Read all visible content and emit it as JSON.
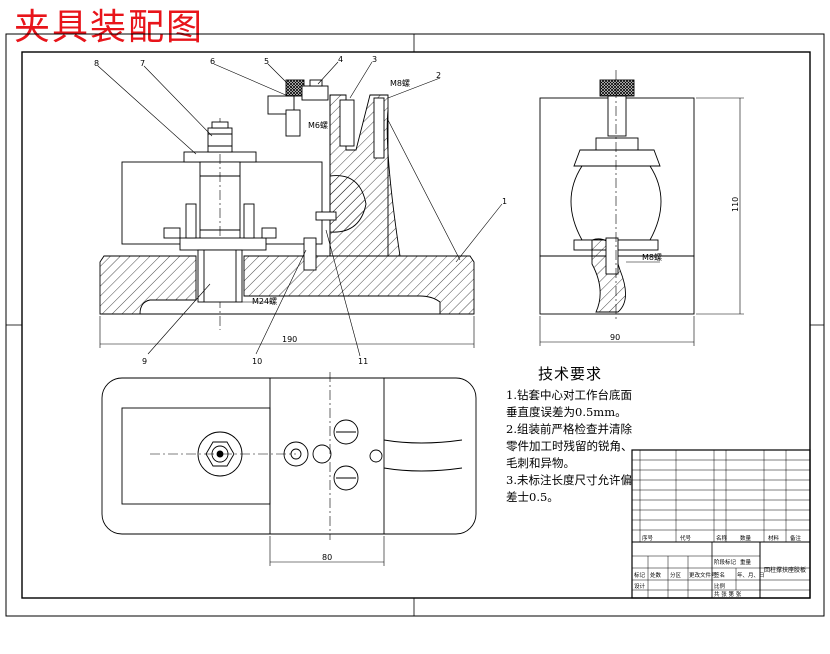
{
  "title": "夹具装配图",
  "dimensions": {
    "front_width": "190",
    "front_m24": "M24螺",
    "front_m8_top": "M8螺",
    "front_m6": "M6螺",
    "side_width": "90",
    "side_height": "110",
    "side_m8": "M8螺",
    "plan_width": "80"
  },
  "balloons": [
    "8",
    "7",
    "6",
    "5",
    "4",
    "3",
    "2",
    "1",
    "9",
    "10",
    "11"
  ],
  "tech_requirements": {
    "heading": "技术要求",
    "items": [
      "1.钻套中心对工作台底面垂直度误差为0.5mm。",
      "2.组装前严格检查并清除零件加工时残留的锐角、毛刺和异物。",
      "3.未标注长度尺寸允许偏差士0.5。"
    ]
  },
  "title_block": {
    "drawing_name": "回柱撑扶座胶板",
    "row_labels": [
      "序号",
      "代号",
      "名称",
      "数量",
      "材料",
      "备注"
    ],
    "sign_labels": [
      "标记",
      "处数",
      "分区",
      "更改文件号",
      "签名",
      "年、月、日"
    ],
    "design_label": "设计",
    "scale_label": "比例",
    "sheet_label": "共 张 第 张",
    "stage_label": "阶段标记",
    "weight_label": "重量"
  }
}
